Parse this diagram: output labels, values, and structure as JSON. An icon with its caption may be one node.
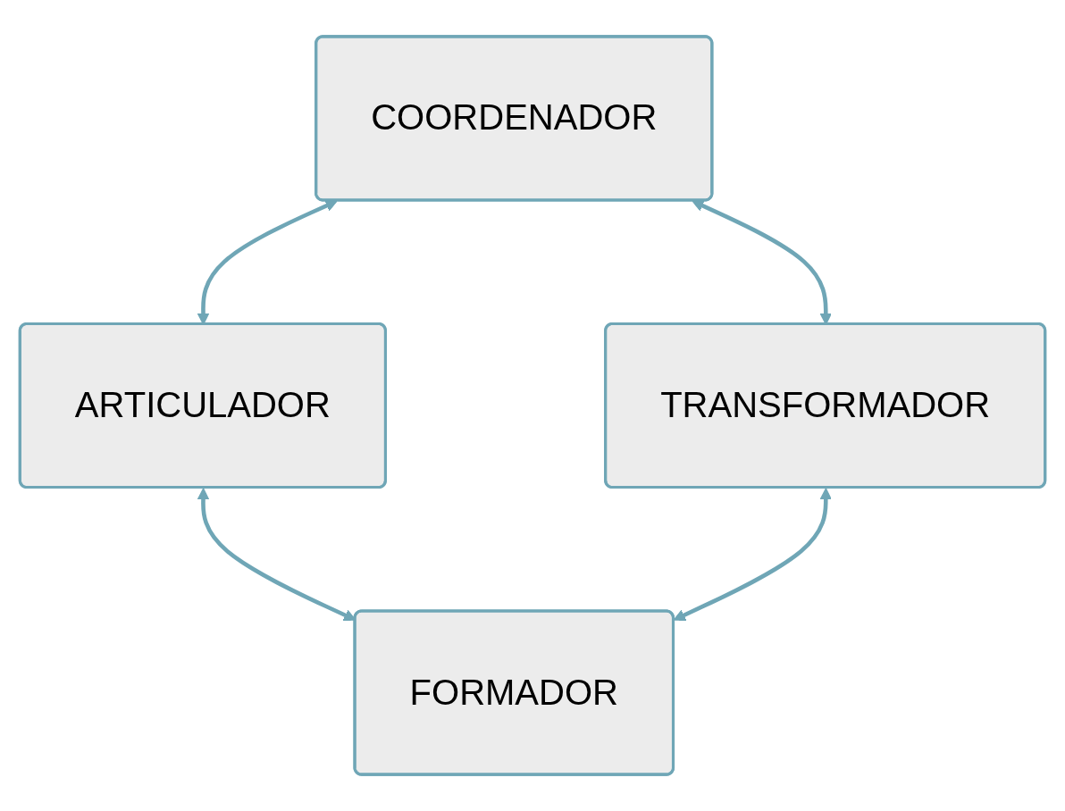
{
  "diagram": {
    "nodes": [
      {
        "text": [
          "COORDENADOR"
        ]
      },
      {
        "text": [
          "ARTICULADOR"
        ]
      },
      {
        "text": [
          "TRANSFORMADOR"
        ]
      },
      {
        "text": [
          "FORMADOR"
        ]
      }
    ],
    "edges": [
      {
        "from": 0,
        "to": 1,
        "arrow": "both"
      },
      {
        "from": 0,
        "to": 2,
        "arrow": "both"
      },
      {
        "from": 1,
        "to": 3,
        "arrow": "both"
      },
      {
        "from": 2,
        "to": 3,
        "arrow": "both"
      }
    ]
  }
}
